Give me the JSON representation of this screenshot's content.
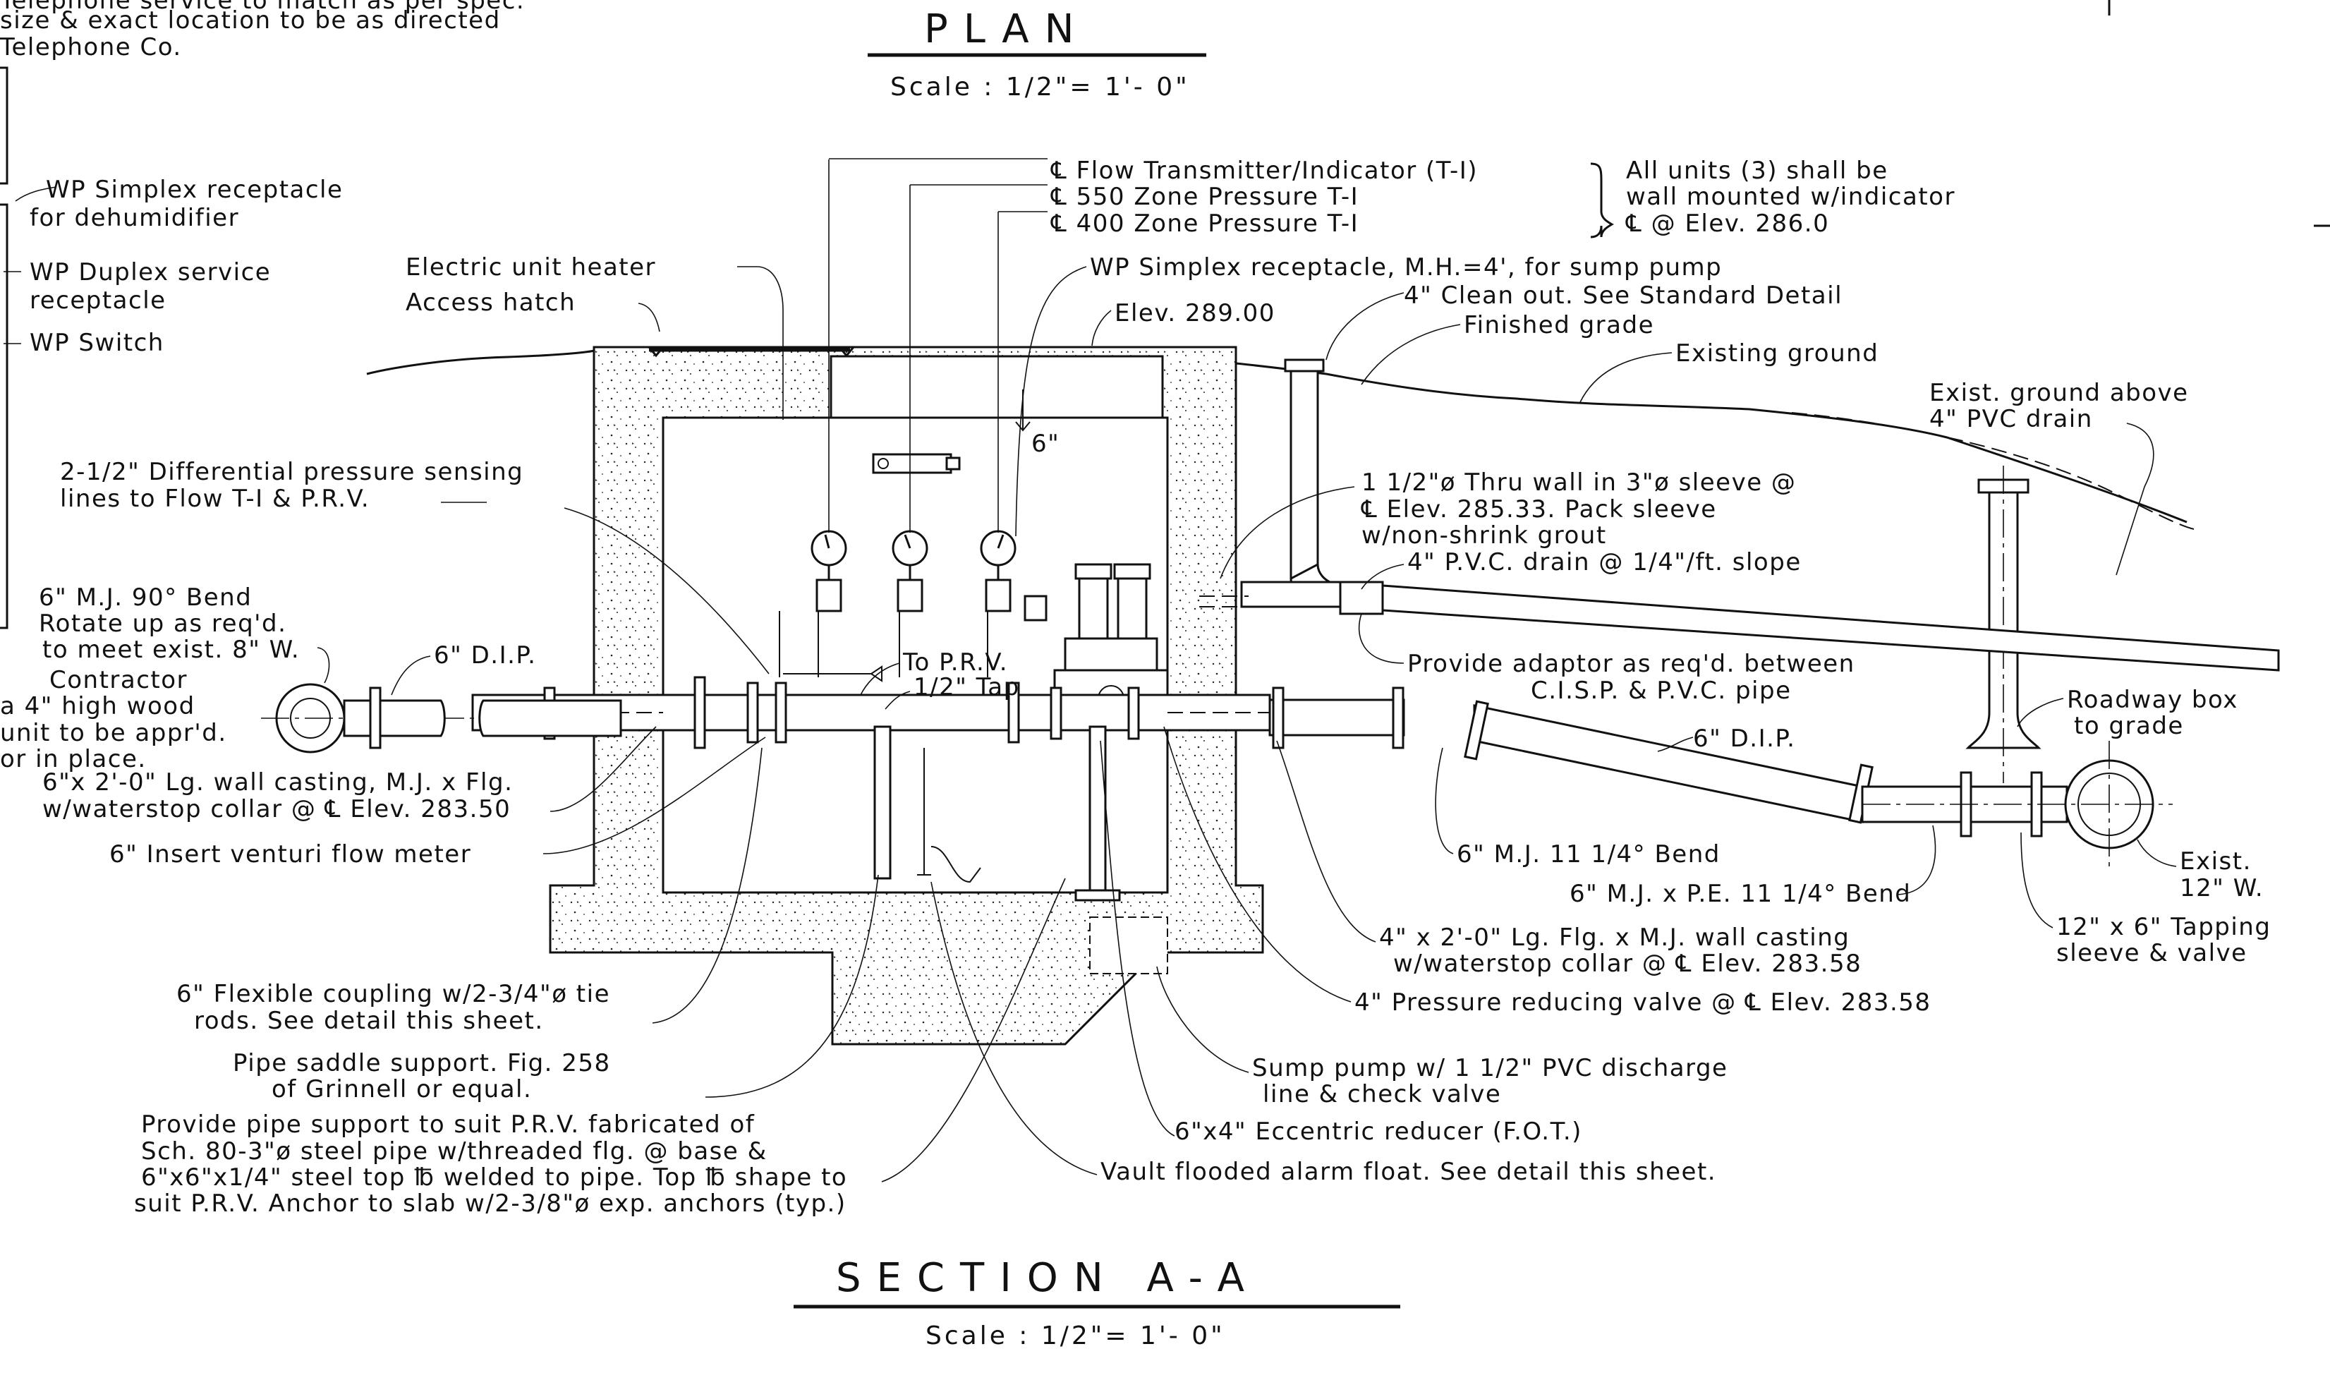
{
  "plan": {
    "header_note": [
      "Telephone service to match as per spec.",
      "size & exact location to be as directed",
      "Telephone Co."
    ],
    "title": "PLAN",
    "scale": "Scale : 1/2\"= 1'- 0\""
  },
  "section": {
    "title": "SECTION A-A",
    "scale": "Scale : 1/2\"= 1'- 0\""
  },
  "labels": {
    "receptacle_dehum": [
      "WP Simplex receptacle",
      "for dehumidifier"
    ],
    "duplex": [
      "WP Duplex service",
      "receptacle"
    ],
    "wp_switch": "WP Switch",
    "heater": "Electric unit heater",
    "hatch": "Access hatch",
    "flow_t1": "℄ Flow Transmitter/Indicator (T-I)",
    "zone550": "℄ 550 Zone Pressure T-I",
    "zone400": "℄ 400 Zone Pressure T-I",
    "units_note": [
      "All units (3) shall be",
      "wall mounted w/indicator",
      "℄ @ Elev. 286.0"
    ],
    "sump_recept": "WP Simplex receptacle, M.H.=4', for sump pump",
    "elev_top": "Elev. 289.00",
    "cleanout": "4\" Clean out. See Standard Detail",
    "finished_grade": "Finished grade",
    "existing_ground": "Existing ground",
    "exist_above": [
      "Exist. ground above",
      "4\" PVC drain"
    ],
    "diff_pressure": [
      "2-1/2\" Differential pressure sensing",
      "lines to Flow T-I & P.R.V."
    ],
    "dim6": "6\"",
    "thru_wall": [
      "1 1/2\"ø Thru wall in 3\"ø sleeve @",
      "℄ Elev. 285.33. Pack sleeve",
      "w/non-shrink grout"
    ],
    "pvc_drain": "4\" P.V.C. drain @ 1/4\"/ft. slope",
    "bend90": [
      "6\" M.J. 90° Bend",
      "Rotate up as req'd.",
      "to meet exist. 8\" W."
    ],
    "dip_left": "6\" D.I.P.",
    "to_prv": "To P.R.V.",
    "half_tap": "1/2\" Tap",
    "adaptor": [
      "Provide adaptor as req'd. between",
      "C.I.S.P. & P.V.C. pipe"
    ],
    "contractor": [
      "Contractor",
      "a 4\" high wood",
      "unit to be appr'd.",
      "or in place."
    ],
    "wall_casting6": [
      "6\"x 2'-0\" Lg. wall casting, M.J. x Flg.",
      "w/waterstop collar @ ℄ Elev. 283.50"
    ],
    "venturi": "6\" Insert venturi flow meter",
    "dip_right": "6\" D.I.P.",
    "roadway_box": [
      "Roadway box",
      "to grade"
    ],
    "mj_bend": "6\" M.J. 11 1/4° Bend",
    "mj_pe_bend": "6\" M.J. x P.E. 11 1/4° Bend",
    "exist_12": [
      "Exist.",
      "12\" W."
    ],
    "tapping": [
      "12\" x 6\" Tapping",
      "sleeve & valve"
    ],
    "wall_casting4": [
      "4\" x 2'-0\" Lg. Flg. x M.J. wall casting",
      "w/waterstop collar @ ℄ Elev. 283.58"
    ],
    "prv": "4\" Pressure reducing valve @ ℄ Elev. 283.58",
    "flex_coupling": [
      "6\" Flexible coupling w/2-3/4\"ø tie",
      "rods. See detail this sheet."
    ],
    "saddle": [
      "Pipe saddle support. Fig. 258",
      "of Grinnell or equal."
    ],
    "sump_pump": [
      "Sump pump w/ 1 1/2\" PVC discharge",
      "line & check valve"
    ],
    "support_note": [
      "Provide pipe support to suit P.R.V. fabricated of",
      "Sch. 80-3\"ø steel pipe w/threaded flg. @ base &",
      "6\"x6\"x1/4\" steel top ℔ welded to pipe. Top ℔ shape to",
      "suit P.R.V. Anchor to slab w/2-3/8\"ø exp. anchors (typ.)"
    ],
    "reducer": "6\"x4\" Eccentric reducer (F.O.T.)",
    "float": "Vault flooded alarm float. See detail this sheet."
  },
  "icons": [
    "pressure-gauge-icon",
    "valve-icon",
    "flange-icon",
    "pipe-cross-section-icon"
  ]
}
